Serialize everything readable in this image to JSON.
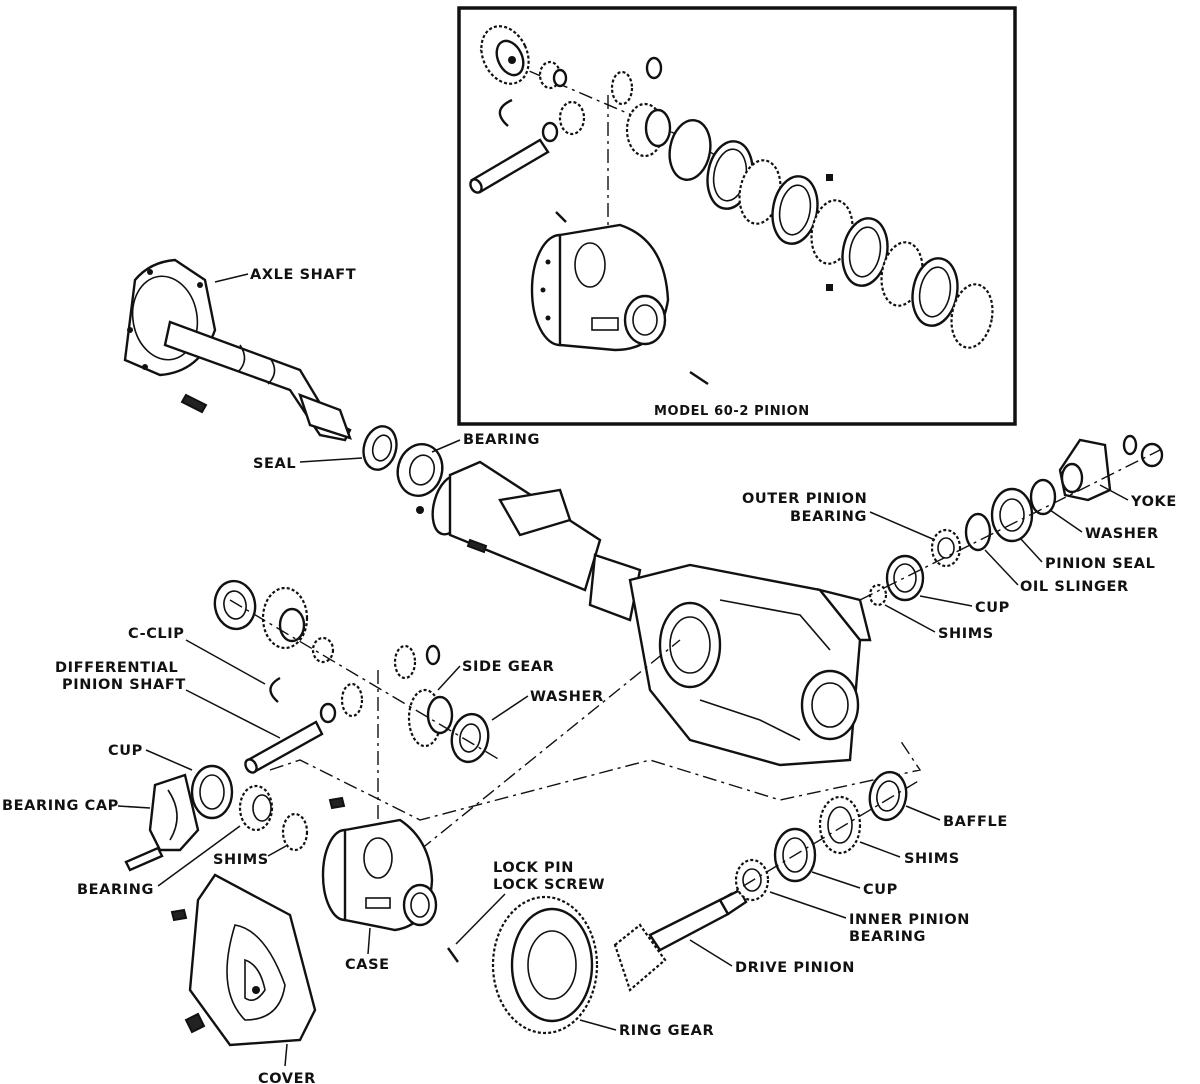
{
  "inset": {
    "title": "MODEL 60-2 PINION"
  },
  "labels": {
    "axle_shaft": "AXLE SHAFT",
    "seal": "SEAL",
    "bearing_top": "BEARING",
    "outer_pinion_bearing_1": "OUTER PINION",
    "outer_pinion_bearing_2": "BEARING",
    "yoke": "YOKE",
    "washer_right": "WASHER",
    "pinion_seal": "PINION SEAL",
    "oil_slinger": "OIL SLINGER",
    "cup_right": "CUP",
    "shims_right": "SHIMS",
    "c_clip": "C-CLIP",
    "diff_pinion_shaft_1": "DIFFERENTIAL",
    "diff_pinion_shaft_2": "PINION SHAFT",
    "side_gear": "SIDE GEAR",
    "washer_left": "WASHER",
    "cup_left": "CUP",
    "bearing_cap": "BEARING CAP",
    "shims_left": "SHIMS",
    "bearing_left": "BEARING",
    "lock_pin_1": "LOCK PIN",
    "lock_pin_2": "LOCK SCREW",
    "case": "CASE",
    "cover": "COVER",
    "ring_gear": "RING GEAR",
    "drive_pinion": "DRIVE PINION",
    "inner_pinion_bearing_1": "INNER PINION",
    "inner_pinion_bearing_2": "BEARING",
    "cup_lower": "CUP",
    "shims_lower": "SHIMS",
    "baffle": "BAFFLE"
  }
}
